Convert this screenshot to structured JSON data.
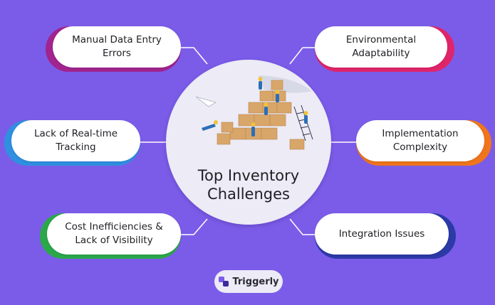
{
  "hub": {
    "title_line1": "Top Inventory",
    "title_line2": "Challenges"
  },
  "challenges": [
    {
      "label": "Manual Data Entry\nErrors",
      "accent": "#a1248f"
    },
    {
      "label": "Environmental\nAdaptability",
      "accent": "#e0246a"
    },
    {
      "label": "Lack of Real-time\nTracking",
      "accent": "#2f8fe0"
    },
    {
      "label": "Implementation\nComplexity",
      "accent": "#f0751c"
    },
    {
      "label": "Cost Inefficiencies &\nLack of Visibility",
      "accent": "#2aa84a"
    },
    {
      "label": "Integration Issues",
      "accent": "#2c3aa8"
    }
  ],
  "brand": {
    "name": "Triggerly"
  },
  "colors": {
    "background": "#7b5ce8",
    "hub": "#ecebf6",
    "line": "#ffffff"
  }
}
